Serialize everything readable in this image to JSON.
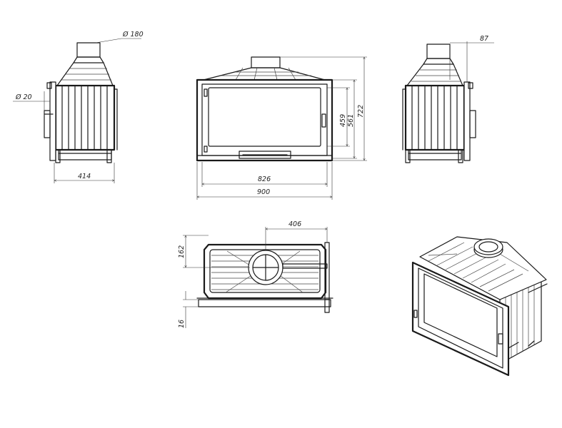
{
  "dimensions": {
    "flue_diameter": "Ø 180",
    "knob_diameter": "Ø 20",
    "side_depth": "414",
    "front_glass_width": "826",
    "front_total_width": "900",
    "front_glass_height": "459",
    "front_body_height": "561",
    "front_total_height": "722",
    "side_offset": "87",
    "top_flue_offset": "406",
    "top_depth": "162",
    "top_frame": "16"
  },
  "colors": {
    "line": "#1a1a1a",
    "background": "#ffffff"
  }
}
